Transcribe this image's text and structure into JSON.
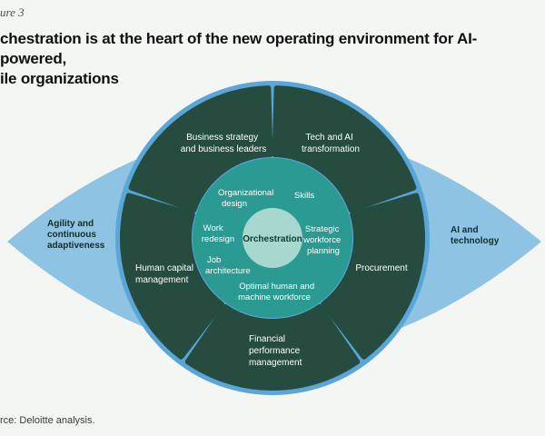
{
  "figure_label": "ure 3",
  "title_lines": [
    "chestration is at the heart of the new operating environment for AI-powered,",
    "ile organizations"
  ],
  "source": "rce: Deloitte analysis.",
  "core": "Orchestration",
  "left_label": [
    "Agility and",
    "continuous",
    "adaptiveness"
  ],
  "right_label": [
    "AI and",
    "technology"
  ],
  "outer_segments": [
    [
      "Business strategy",
      "and business leaders"
    ],
    [
      "Tech and AI",
      "transformation"
    ],
    [
      "Procurement"
    ],
    [
      "Financial",
      "performance",
      "management"
    ],
    [
      "Human capital",
      "management"
    ]
  ],
  "inner_items": [
    [
      "Organizational",
      "design"
    ],
    [
      "Skills"
    ],
    [
      "Strategic",
      "workforce",
      "planning"
    ],
    [
      "Optimal human and",
      "machine workforce"
    ],
    [
      "Job",
      "architecture"
    ],
    [
      "Work",
      "redesign"
    ]
  ],
  "colors": {
    "eye_light": "#8fc3e3",
    "eye_mid": "#5aa6d8",
    "segment": "#254c3f",
    "inner_ring": "#2a9a93",
    "core": "#a7d8cf"
  }
}
